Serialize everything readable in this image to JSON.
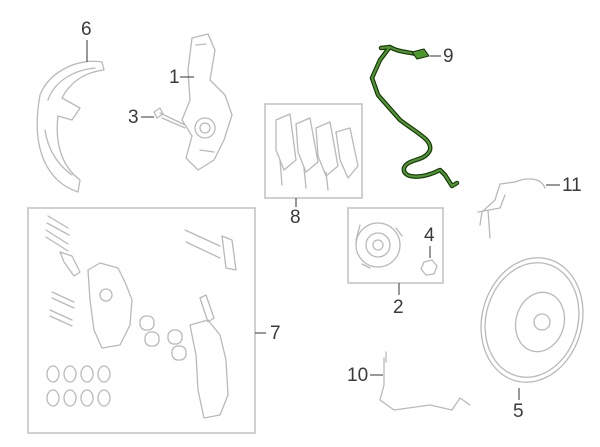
{
  "diagram": {
    "highlight_color": "#3f8f1f",
    "highlighted_part": "9",
    "callouts": [
      {
        "id": "c1",
        "number": "1"
      },
      {
        "id": "c2",
        "number": "2"
      },
      {
        "id": "c3",
        "number": "3"
      },
      {
        "id": "c4",
        "number": "4"
      },
      {
        "id": "c5",
        "number": "5"
      },
      {
        "id": "c6",
        "number": "6"
      },
      {
        "id": "c7",
        "number": "7"
      },
      {
        "id": "c8",
        "number": "8"
      },
      {
        "id": "c9",
        "number": "9"
      },
      {
        "id": "c10",
        "number": "10"
      },
      {
        "id": "c11",
        "number": "11"
      }
    ]
  }
}
